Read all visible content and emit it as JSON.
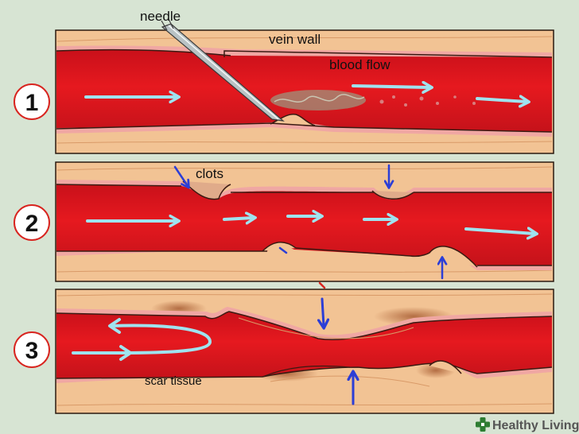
{
  "panels": [
    {
      "number": "1"
    },
    {
      "number": "2"
    },
    {
      "number": "3"
    }
  ],
  "labels": {
    "needle": "needle",
    "vein_wall": "vein wall",
    "blood_flow": "blood flow",
    "clots": "clots",
    "scar_tissue": "scar tissue"
  },
  "brand": {
    "name": "Healthy Living",
    "icon": "plus-cross-icon"
  },
  "colors": {
    "background": "#d7e4d3",
    "skin": "#f2c394",
    "skin_dark": "#e9ae7b",
    "vein_wall": "#f0a7a3",
    "blood": "#e1161d",
    "blood_dark": "#b30c12",
    "flow_arrow": "#9fe3ef",
    "clot_arrow": "#2c3ed6",
    "badge_border": "#d8241f",
    "outline": "#3a1a12"
  }
}
